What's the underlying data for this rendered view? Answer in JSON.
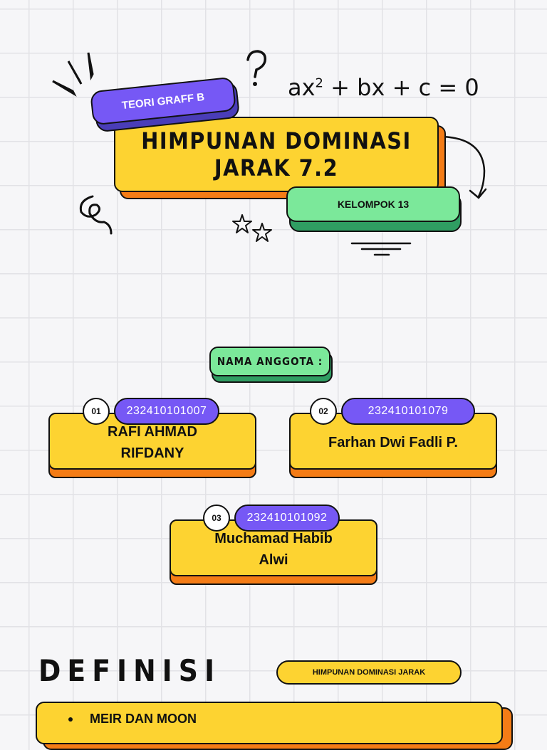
{
  "header": {
    "tag": "TEORI GRAFF B",
    "title_line1": "HIMPUNAN DOMINASI",
    "title_line2": "JARAK 7.2",
    "group": "KELOMPOK 13",
    "equation_left": "ax",
    "equation_power": "2",
    "equation_right": "+ bx + c = 0"
  },
  "members": {
    "heading": "NAMA ANGGOTA :",
    "list": [
      {
        "number": "01",
        "nim": "232410101007",
        "name": "RAFI AHMAD RIFDANY"
      },
      {
        "number": "02",
        "nim": "232410101079",
        "name": "Farhan Dwi Fadli P."
      },
      {
        "number": "03",
        "nim": "232410101092",
        "name": "Muchamad Habib Alwi"
      }
    ]
  },
  "definition": {
    "title": "DEFINISI",
    "tag": "HIMPUNAN DOMINASI JARAK",
    "items": [
      "MEIR DAN MOON"
    ]
  },
  "colors": {
    "yellow": "#fdd331",
    "orange": "#f47c16",
    "purple": "#7658f5",
    "green": "#7be89a"
  }
}
